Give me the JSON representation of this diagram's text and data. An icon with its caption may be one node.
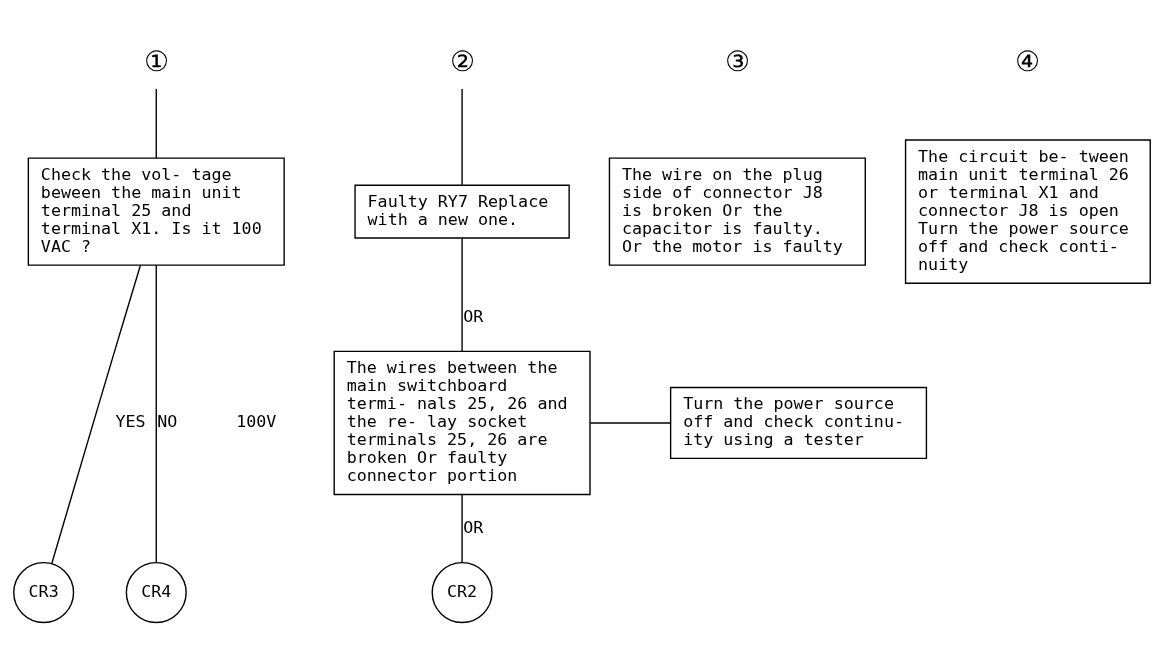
{
  "diagram": {
    "nodes": [
      {
        "text": [
          "①"
        ]
      },
      {
        "text": [
          "②"
        ]
      },
      {
        "text": [
          "Check the vol- tage beween the main unit terminal 25 and terminal X1. Is it 100 VAC ?"
        ]
      },
      {
        "text": [
          "Faulty RY7 Replace with a new one."
        ]
      },
      {
        "text": [
          "The wires between the main switchboard termi- nals 25, 26 and the re- lay socket terminals 25, 26 are broken Or faulty connector portion"
        ]
      },
      {
        "text": [
          "Turn the power source off and check continu- ity using a tester"
        ]
      },
      {
        "text": [
          "The wire on the plug side of connector J8 is broken Or the capacitor is faulty. Or the motor is faulty"
        ],
        "beside": [
          "③"
        ]
      },
      {
        "text": [
          "The circuit be- tween main unit terminal 26 or terminal X1 and connector J8 is open Turn the power source off and check conti- nuity"
        ],
        "beside": [
          "④"
        ]
      },
      {
        "text": [
          "CR3"
        ]
      },
      {
        "text": [
          "CR4"
        ]
      },
      {
        "text": [
          "CR2"
        ]
      }
    ],
    "edges": [
      {
        "from": 0,
        "to": 2,
        "arrow": "none"
      },
      {
        "from": 2,
        "to": 8,
        "arrow": "none",
        "label": "YES"
      },
      {
        "from": 2,
        "to": 9,
        "arrow": "none",
        "label": "NO"
      },
      {
        "from": 1,
        "to": 3,
        "arrow": "none"
      },
      {
        "from": 3,
        "to": 4,
        "arrow": "none",
        "label": "OR"
      },
      {
        "from": 4,
        "to": 10,
        "arrow": "none",
        "label": "OR"
      },
      {
        "from": 4,
        "to": 5,
        "arrow": "none"
      }
    ],
    "labels": [
      "100V"
    ]
  }
}
